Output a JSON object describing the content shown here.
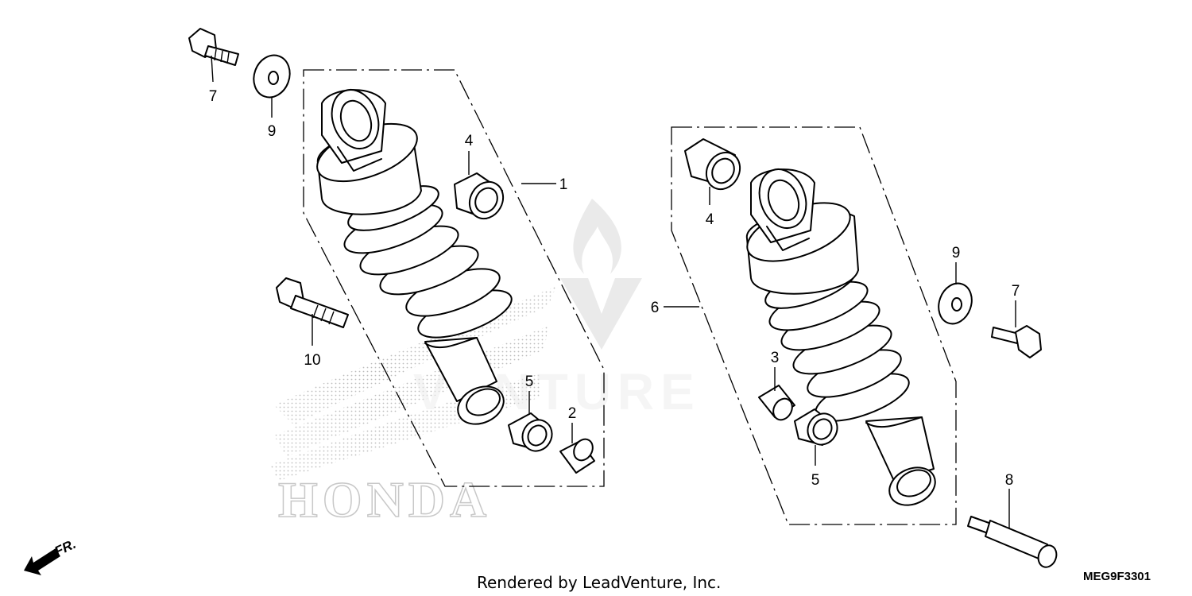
{
  "diagram": {
    "callouts": {
      "left_bolt_top": "7",
      "left_washer_top": "9",
      "left_bolt_long": "10",
      "left_bushing_upper": "4",
      "left_shock": "1",
      "left_bushing_lower": "5",
      "left_collar": "2",
      "right_bushing_upper": "4",
      "right_shock": "6",
      "right_collar": "3",
      "right_bushing_lower": "5",
      "right_washer": "9",
      "right_bolt": "7",
      "right_pin": "8"
    },
    "footer_text": "Rendered by LeadVenture, Inc.",
    "diagram_code": "MEG9F3301",
    "direction_label": "FR.",
    "watermark_brand": "HONDA",
    "watermark_text": "VENTURE"
  },
  "colors": {
    "line": "#000000",
    "background": "#ffffff",
    "watermark": "#d0d0d0"
  }
}
